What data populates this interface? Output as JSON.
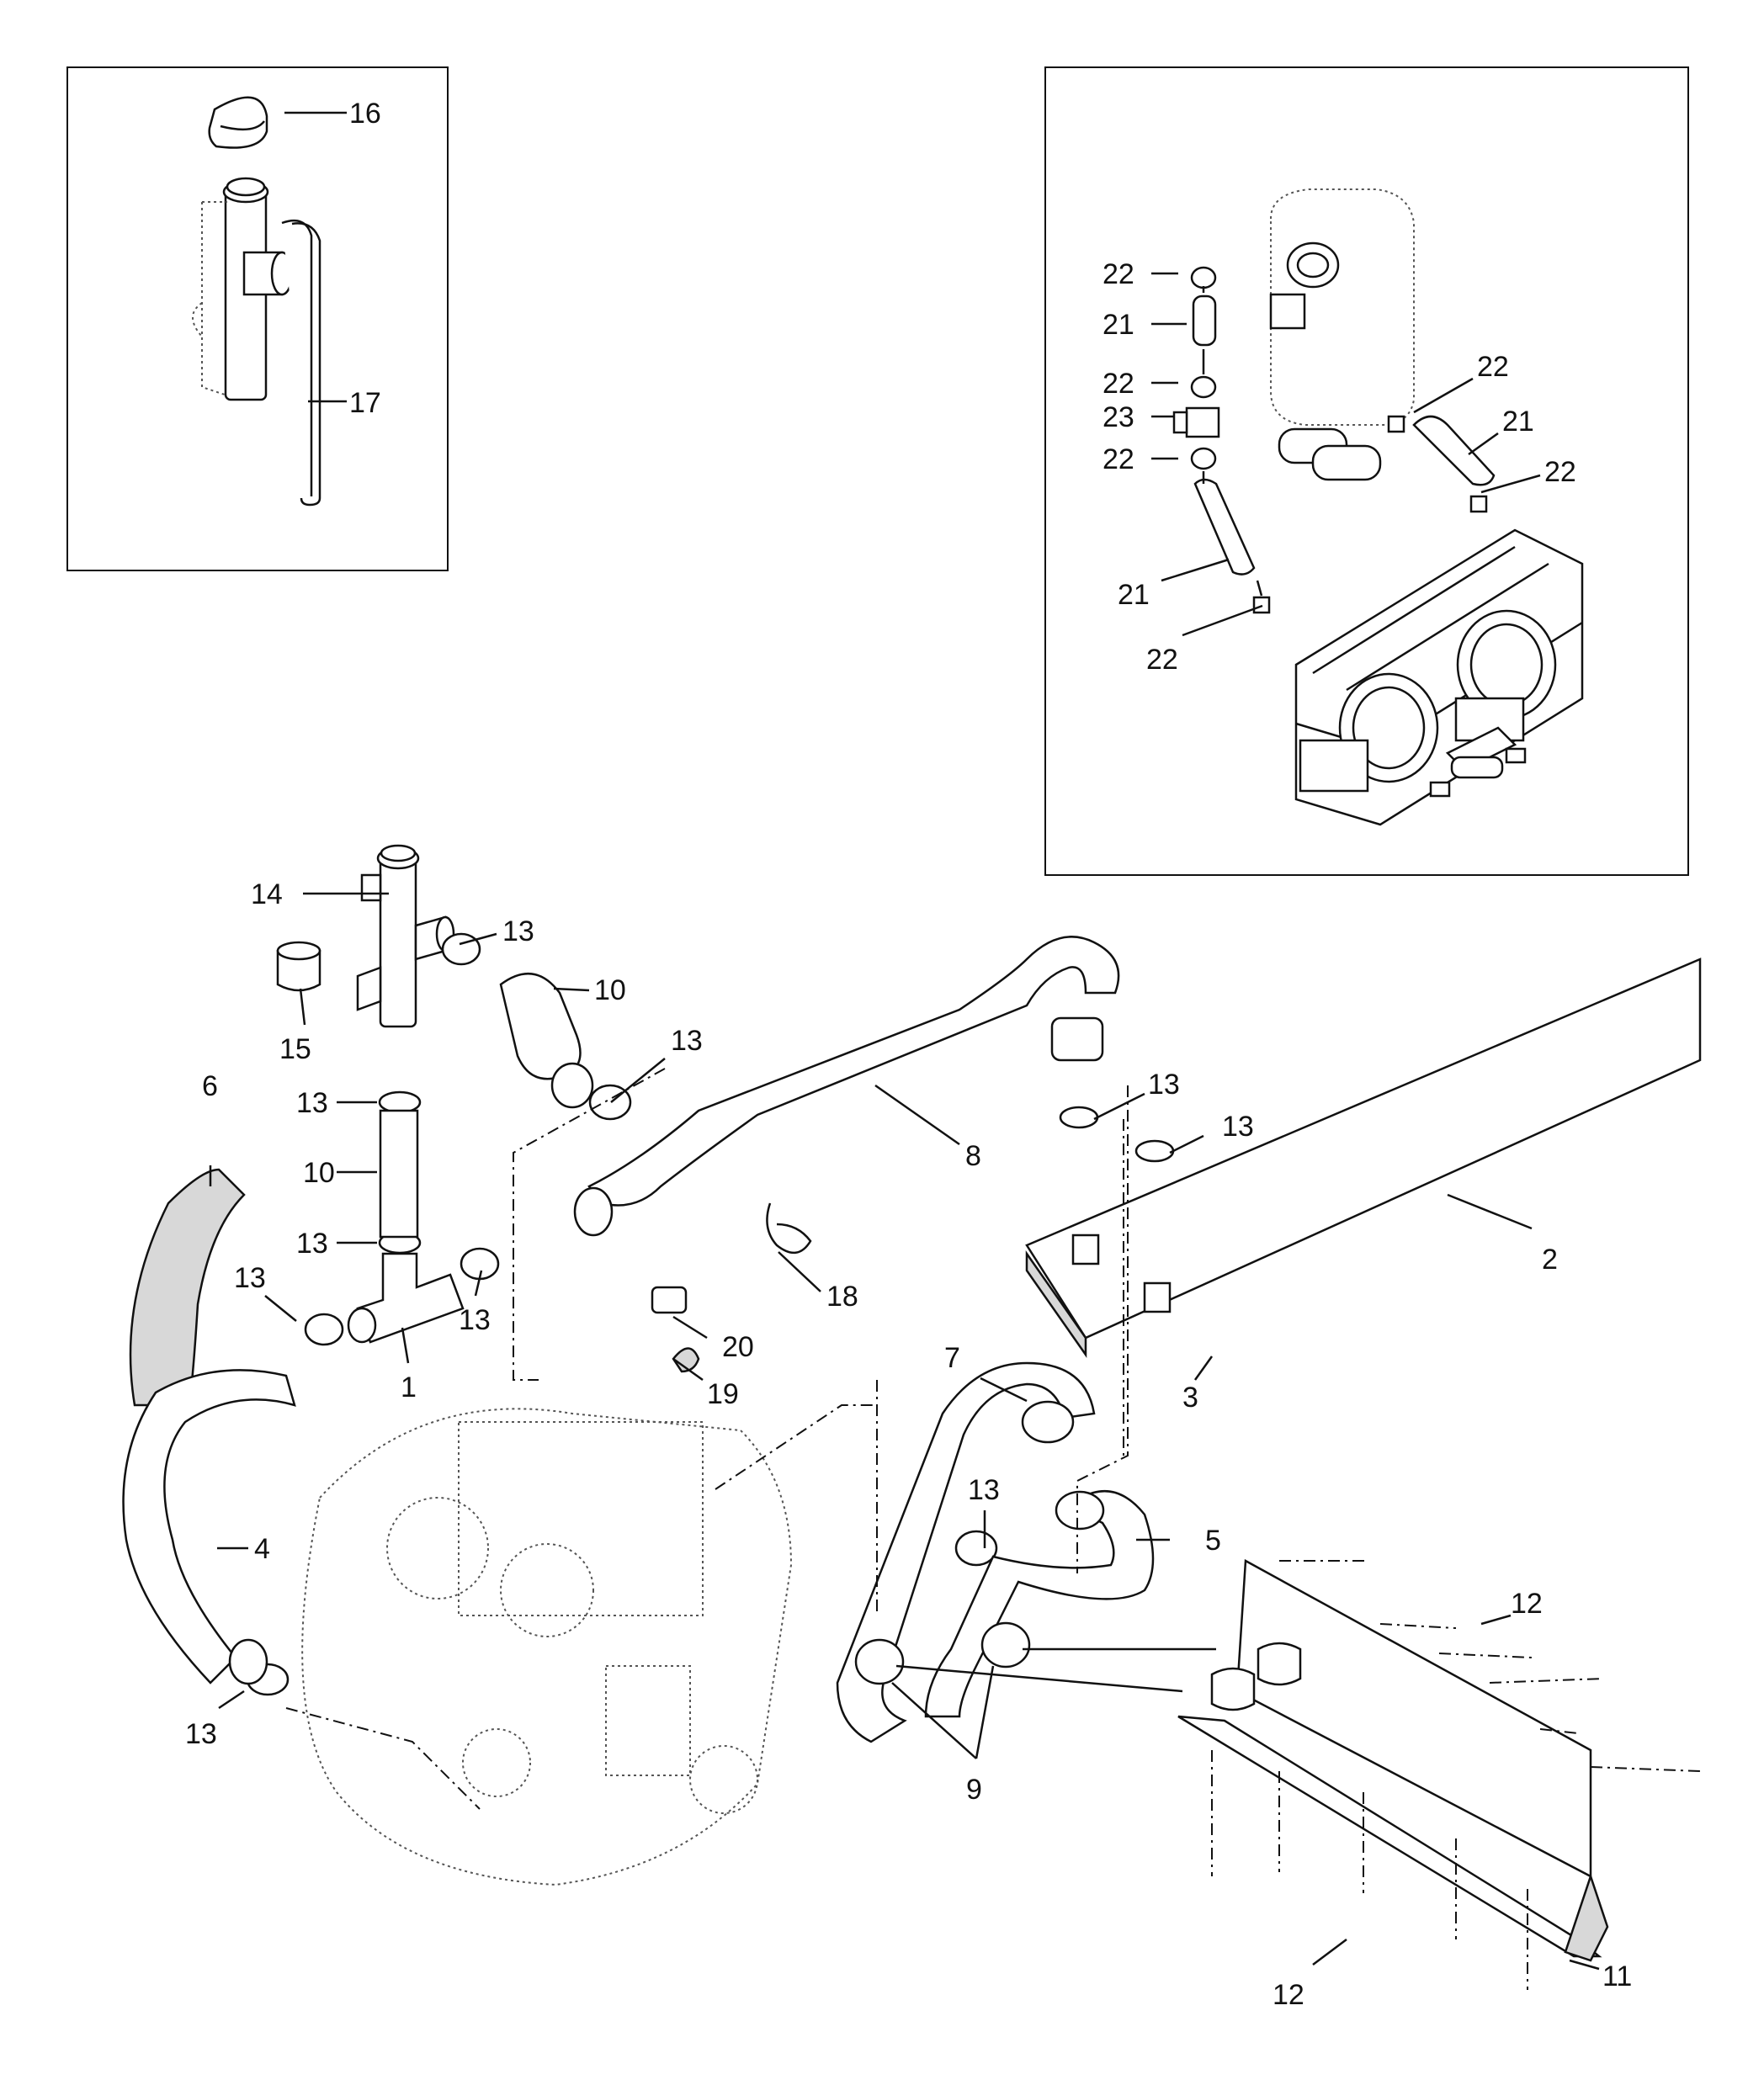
{
  "callouts": {
    "n1": "1",
    "n2": "2",
    "n3": "3",
    "n4": "4",
    "n5": "5",
    "n6": "6",
    "n7": "7",
    "n8": "8",
    "n9": "9",
    "n10": "10",
    "n11": "11",
    "n12": "12",
    "n13": "13",
    "n14": "14",
    "n15": "15",
    "n16": "16",
    "n17": "17",
    "n18": "18",
    "n19": "19",
    "n20": "20",
    "n21": "21",
    "n22": "22",
    "n23": "23"
  }
}
